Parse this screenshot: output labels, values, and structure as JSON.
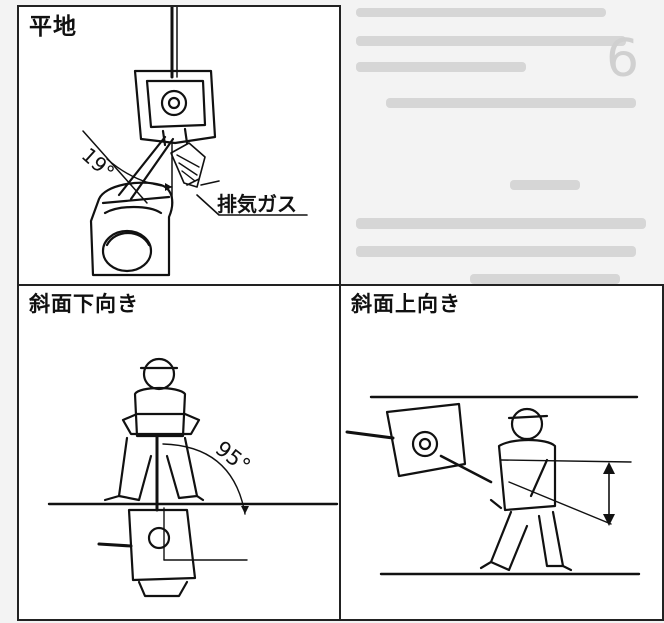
{
  "panels": {
    "flat": {
      "title": "平地",
      "angle_label": "19°",
      "exhaust_label": "排気ガス"
    },
    "downhill": {
      "title": "斜面下向き",
      "angle_label": "95°"
    },
    "uphill": {
      "title": "斜面上向き"
    }
  },
  "page_number_fragment": "6"
}
